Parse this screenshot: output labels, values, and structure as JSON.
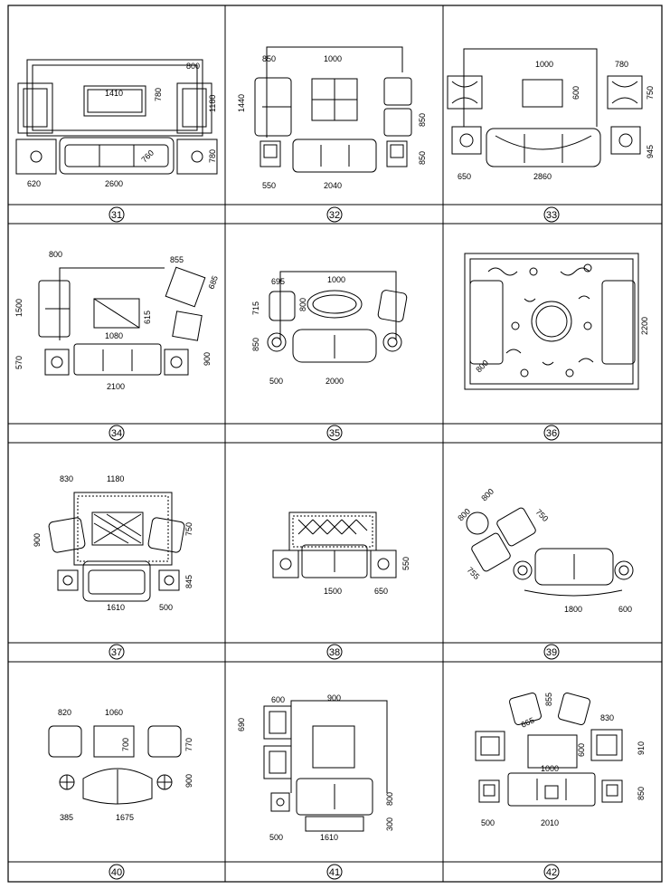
{
  "sheet": {
    "line_color": "#000000",
    "background": "#ffffff"
  },
  "cells": [
    {
      "number": "31",
      "dims": [
        "800",
        "1410",
        "780",
        "1180",
        "780",
        "620",
        "2600",
        "760"
      ]
    },
    {
      "number": "32",
      "dims": [
        "850",
        "1000",
        "1440",
        "850",
        "850",
        "550",
        "2040"
      ]
    },
    {
      "number": "33",
      "dims": [
        "1000",
        "780",
        "600",
        "750",
        "945",
        "650",
        "2860"
      ]
    },
    {
      "number": "34",
      "dims": [
        "800",
        "855",
        "685",
        "1500",
        "615",
        "1080",
        "570",
        "900",
        "2100"
      ]
    },
    {
      "number": "35",
      "dims": [
        "695",
        "1000",
        "800",
        "715",
        "850",
        "500",
        "2000"
      ]
    },
    {
      "number": "36",
      "dims": [
        "2200",
        "800"
      ]
    },
    {
      "number": "37",
      "dims": [
        "830",
        "1180",
        "900",
        "750",
        "845",
        "1610",
        "500"
      ]
    },
    {
      "number": "38",
      "dims": [
        "550",
        "1500",
        "650"
      ]
    },
    {
      "number": "39",
      "dims": [
        "800",
        "800",
        "750",
        "755",
        "1800",
        "600"
      ]
    },
    {
      "number": "40",
      "dims": [
        "820",
        "1060",
        "770",
        "700",
        "900",
        "385",
        "1675"
      ]
    },
    {
      "number": "41",
      "dims": [
        "600",
        "900",
        "690",
        "800",
        "500",
        "1610",
        "300"
      ]
    },
    {
      "number": "42",
      "dims": [
        "855",
        "665",
        "830",
        "600",
        "910",
        "1000",
        "850",
        "500",
        "2010"
      ]
    }
  ]
}
